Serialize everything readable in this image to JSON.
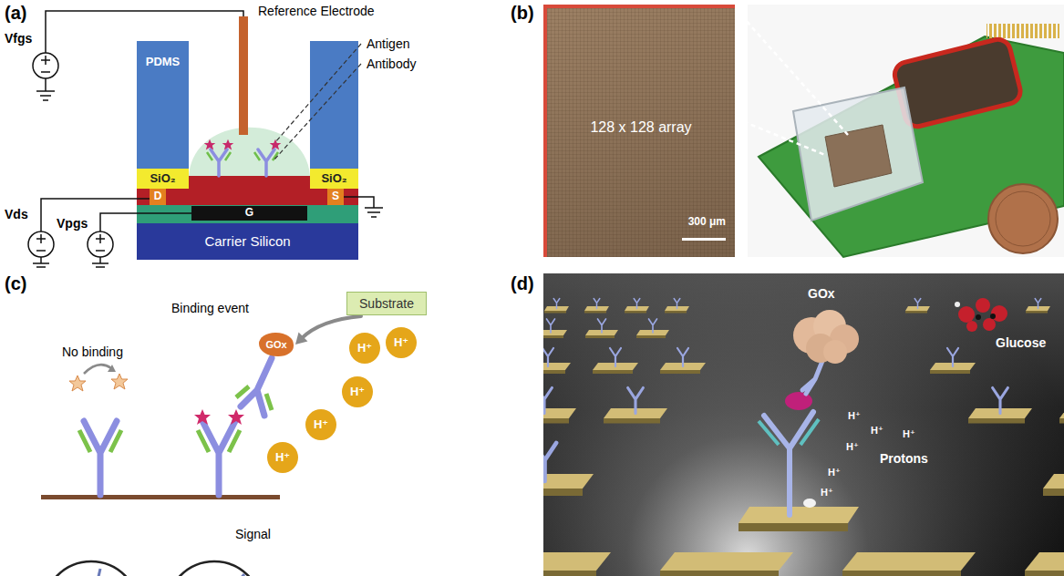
{
  "diagram": {
    "nodes": [
      {
        "text": [
          "PDMS"
        ]
      },
      {
        "text": [
          "SiO₂"
        ]
      },
      {
        "text": [
          "SiO₂"
        ]
      },
      {
        "text": [
          "D"
        ]
      },
      {
        "text": [
          "S"
        ]
      },
      {
        "text": [
          "G"
        ]
      },
      {
        "text": [
          "Carrier Silicon"
        ]
      },
      {
        "text": [
          "128 x 128 array",
          "300 μm"
        ]
      },
      {
        "text": [
          "Substrate"
        ]
      },
      {
        "text": [
          "GOx"
        ]
      },
      {
        "text": [
          "H⁺"
        ]
      },
      {
        "text": [
          "H⁺"
        ]
      },
      {
        "text": [
          "H⁺"
        ]
      },
      {
        "text": [
          "H⁺"
        ]
      },
      {
        "text": [
          "H⁺"
        ]
      }
    ],
    "edges": [
      {
        "from": 8,
        "to": 9,
        "arrow": "to"
      }
    ],
    "labels": [
      "(a)",
      "Vfgs",
      "Reference Electrode",
      "Antigen",
      "Antibody",
      "Vds",
      "Vpgs",
      "(b)",
      "(c)",
      "No binding",
      "Binding event",
      "Signal",
      "(d)",
      "GOx",
      "Glucose",
      "Protons",
      "H⁺",
      "H⁺",
      "H⁺",
      "H⁺",
      "H⁺",
      "H⁺"
    ]
  }
}
